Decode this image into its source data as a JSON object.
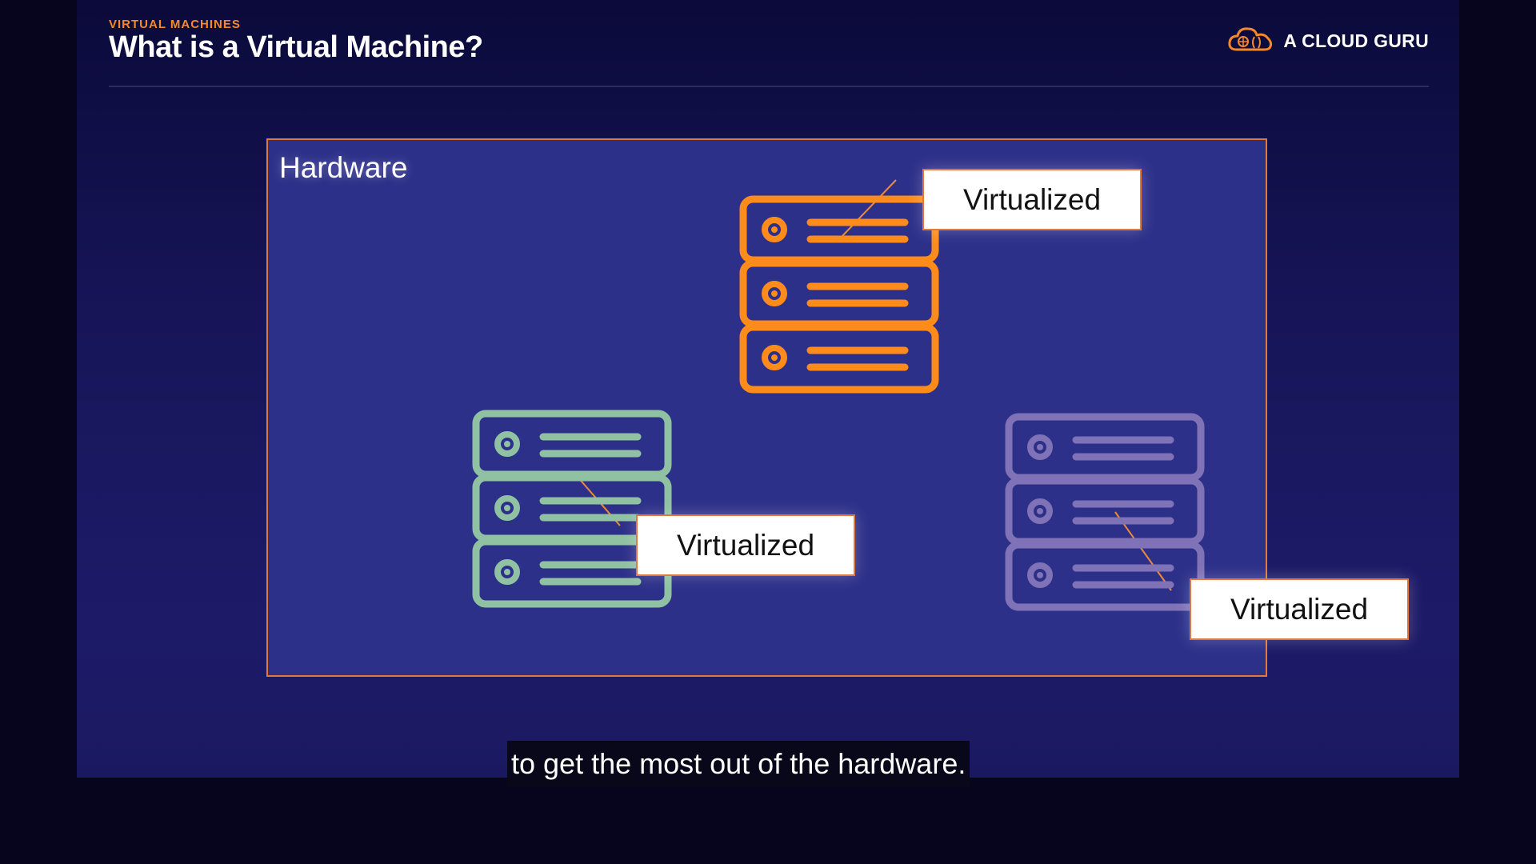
{
  "slide": {
    "kicker": "VIRTUAL MACHINES",
    "title": "What is a Virtual Machine?"
  },
  "brand": {
    "name": "A CLOUD GURU",
    "icon": "cloud-logo-icon",
    "accent_color": "#f5892a"
  },
  "diagram": {
    "container_label": "Hardware",
    "servers": [
      {
        "name": "server-orange",
        "icon": "server-rack-icon",
        "color": "#ff8c1a",
        "label": "Virtualized"
      },
      {
        "name": "server-green",
        "icon": "server-rack-icon",
        "color": "#8fc1a2",
        "label": "Virtualized"
      },
      {
        "name": "server-purple",
        "icon": "server-rack-icon",
        "color": "#7f72b6",
        "label": "Virtualized"
      }
    ]
  },
  "caption": {
    "text": "to get the most out of the hardware."
  }
}
